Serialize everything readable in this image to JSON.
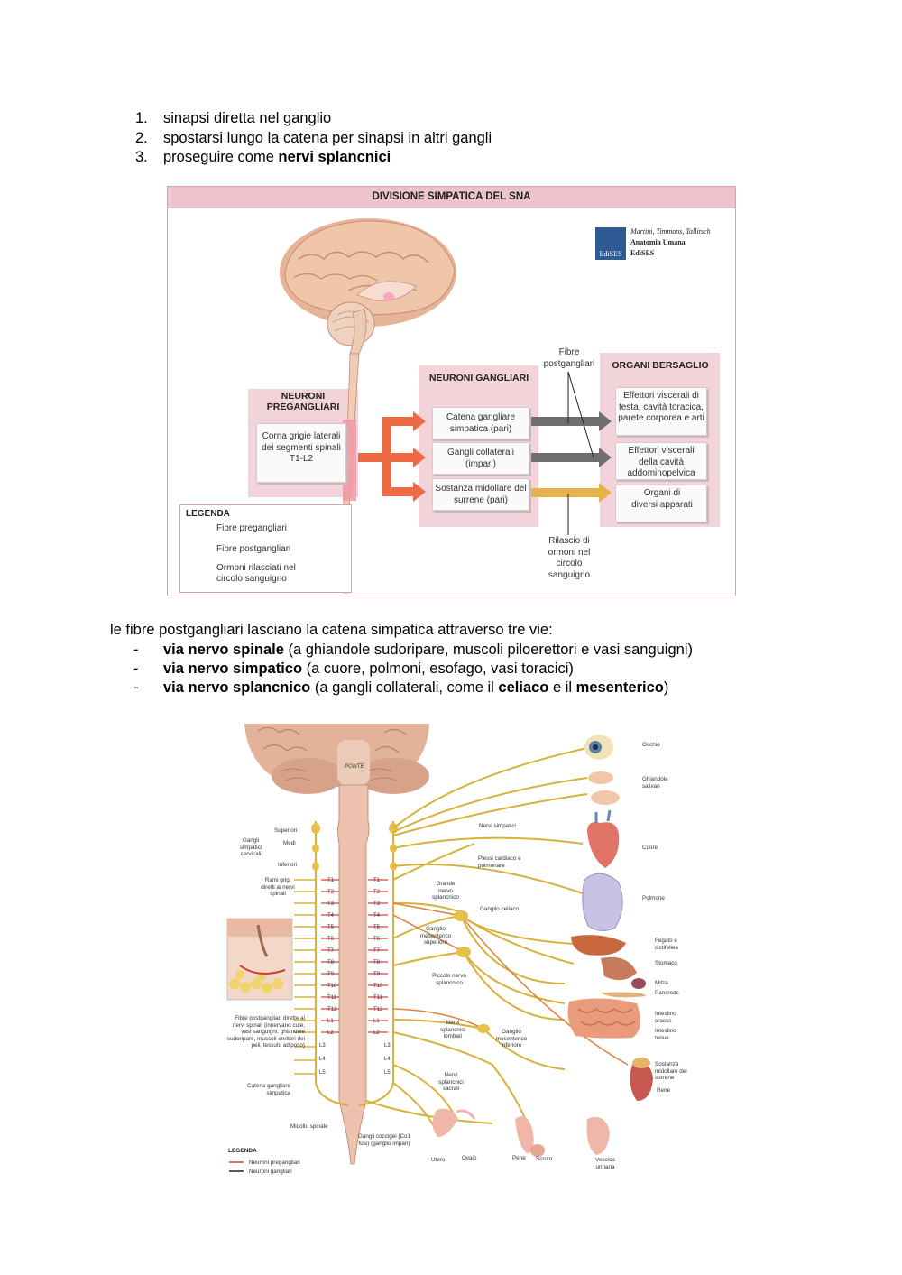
{
  "list_items": [
    {
      "num": "1.",
      "text": "sinapsi diretta nel ganglio",
      "bold": ""
    },
    {
      "num": "2.",
      "text": "spostarsi lungo la catena per sinapsi in altri gangli",
      "bold": ""
    },
    {
      "num": "3.",
      "text": "proseguire come ",
      "bold": "nervi splancnici"
    }
  ],
  "figure1": {
    "title": "DIVISIONE SIMPATICA DEL SNA",
    "publisher": {
      "line1": "Martini, Timmons, Tallitsch",
      "line2": "Anatomia Umana",
      "line3": "EdiSES",
      "logo": "EdiSES"
    },
    "preganglionic": {
      "header": "NEURONI PREGANGLIARI",
      "box": "Corna grigie laterali dei segmenti spinali T1-L2"
    },
    "ganglionic": {
      "header": "NEURONI GANGLIARI",
      "boxes": [
        "Catena gangliare simpatica (pari)",
        "Gangli collaterali (impari)",
        "Sostanza midollare del surrene (pari)"
      ]
    },
    "targets": {
      "header": "ORGANI BERSAGLIO",
      "boxes": [
        "Effettori viscerali di testa, cavità toracica, parete corporea e arti",
        "Effettori viscerali della cavità addominopelvica",
        "Organi di diversi apparati"
      ]
    },
    "callout_top": "Fibre postgangliari",
    "callout_bottom": "Rilascio di ormoni nel circolo sanguigno",
    "legend": {
      "title": "LEGENDA",
      "items": [
        "Fibre pregangliari",
        "Fibre postgangliari",
        "Ormoni rilasciati nel circolo sanguigno"
      ]
    },
    "colors": {
      "preganglionic": "#ee6a44",
      "postganglionic": "#6f6f6f",
      "hormones": "#e6b24a",
      "panel": "#edc3cd"
    }
  },
  "paragraph": "le fibre postgangliari lasciano la catena simpatica attraverso tre vie:",
  "bullets": [
    {
      "bold": "via nervo spinale",
      "rest": " (a ghiandole sudoripare, muscoli piloerettori e vasi sanguigni)",
      "bold2": "",
      "mid": "",
      "bold3": "",
      "end": ""
    },
    {
      "bold": "via nervo simpatico",
      "rest": " (a cuore, polmoni, esofago, vasi toracici)",
      "bold2": "",
      "mid": "",
      "bold3": "",
      "end": ""
    },
    {
      "bold": "via nervo splancnico",
      "rest": " (a gangli collaterali, come il ",
      "bold2": "celiaco",
      "mid": " e il ",
      "bold3": "mesenterico",
      "end": ")"
    }
  ],
  "figure2": {
    "pons": "PONTE",
    "left_labels": {
      "superiori": "Superiori",
      "medi": "Medi",
      "inferiori": "Inferiori",
      "gangli_cervicali": "Gangli simpatici cervicali",
      "rami_grigi": "Rami grigi diretti ai nervi spinali",
      "fibre_post": "Fibre postgangliari dirette ai nervi spinali (innervano cute, vasi sanguigni, ghiandole sudoripare, muscoli erettori dei peli, tessuto adiposo)",
      "catena": "Catena gangliare simpatica",
      "midollo": "Midollo spinale"
    },
    "center_labels": {
      "nervi_simpatici": "Nervi simpatici",
      "plessi": "Plessi cardiaco e polmonare",
      "grande": "Grande nervo splancnico",
      "ganglio_celiaco": "Ganglio celiaco",
      "ganglio_mes_sup": "Ganglio mesenterico superiore",
      "piccolo": "Piccolo nervo splancnico",
      "nervi_lombari": "Nervi splancnici lombari",
      "ganglio_mes_inf": "Ganglio mesenterico inferiore",
      "nervi_sacrali": "Nervi splancnici sacrali",
      "gangli_coccigei": "Gangli coccigei (Co1 fusi) (ganglio impari)"
    },
    "organ_labels": {
      "occhio": "Occhio",
      "ghiandole": "Ghiandole salivari",
      "cuore": "Cuore",
      "polmone": "Polmone",
      "fegato": "Fegato e cistifellea",
      "stomaco": "Stomaco",
      "milza": "Milza",
      "pancreas": "Pancreas",
      "crasso": "Intestino crasso",
      "tenue": "Intestino tenue",
      "surrene": "Sostanza midollare del surrene",
      "rene": "Rene",
      "utero": "Utero",
      "ovaio": "Ovaio",
      "pene": "Pene",
      "scroto": "Scroto",
      "vescica": "Vescica urinaria"
    },
    "segments_left": [
      "T1",
      "T2",
      "T3",
      "T4",
      "T5",
      "T6",
      "T7",
      "T8",
      "T9",
      "T10",
      "T11",
      "T12",
      "L1",
      "L2"
    ],
    "segments_right": [
      "T1",
      "T2",
      "T3",
      "T4",
      "T5",
      "T6",
      "T7",
      "T8",
      "T9",
      "T10",
      "T11",
      "T12",
      "L1",
      "L2"
    ],
    "lumbar_left": [
      "L3",
      "L4",
      "L5"
    ],
    "lumbar_right": [
      "L3",
      "L4",
      "L5"
    ],
    "legend": {
      "title": "LEGENDA",
      "items": [
        "Neuroni pregangliari",
        "Neuroni gangliari"
      ]
    }
  }
}
